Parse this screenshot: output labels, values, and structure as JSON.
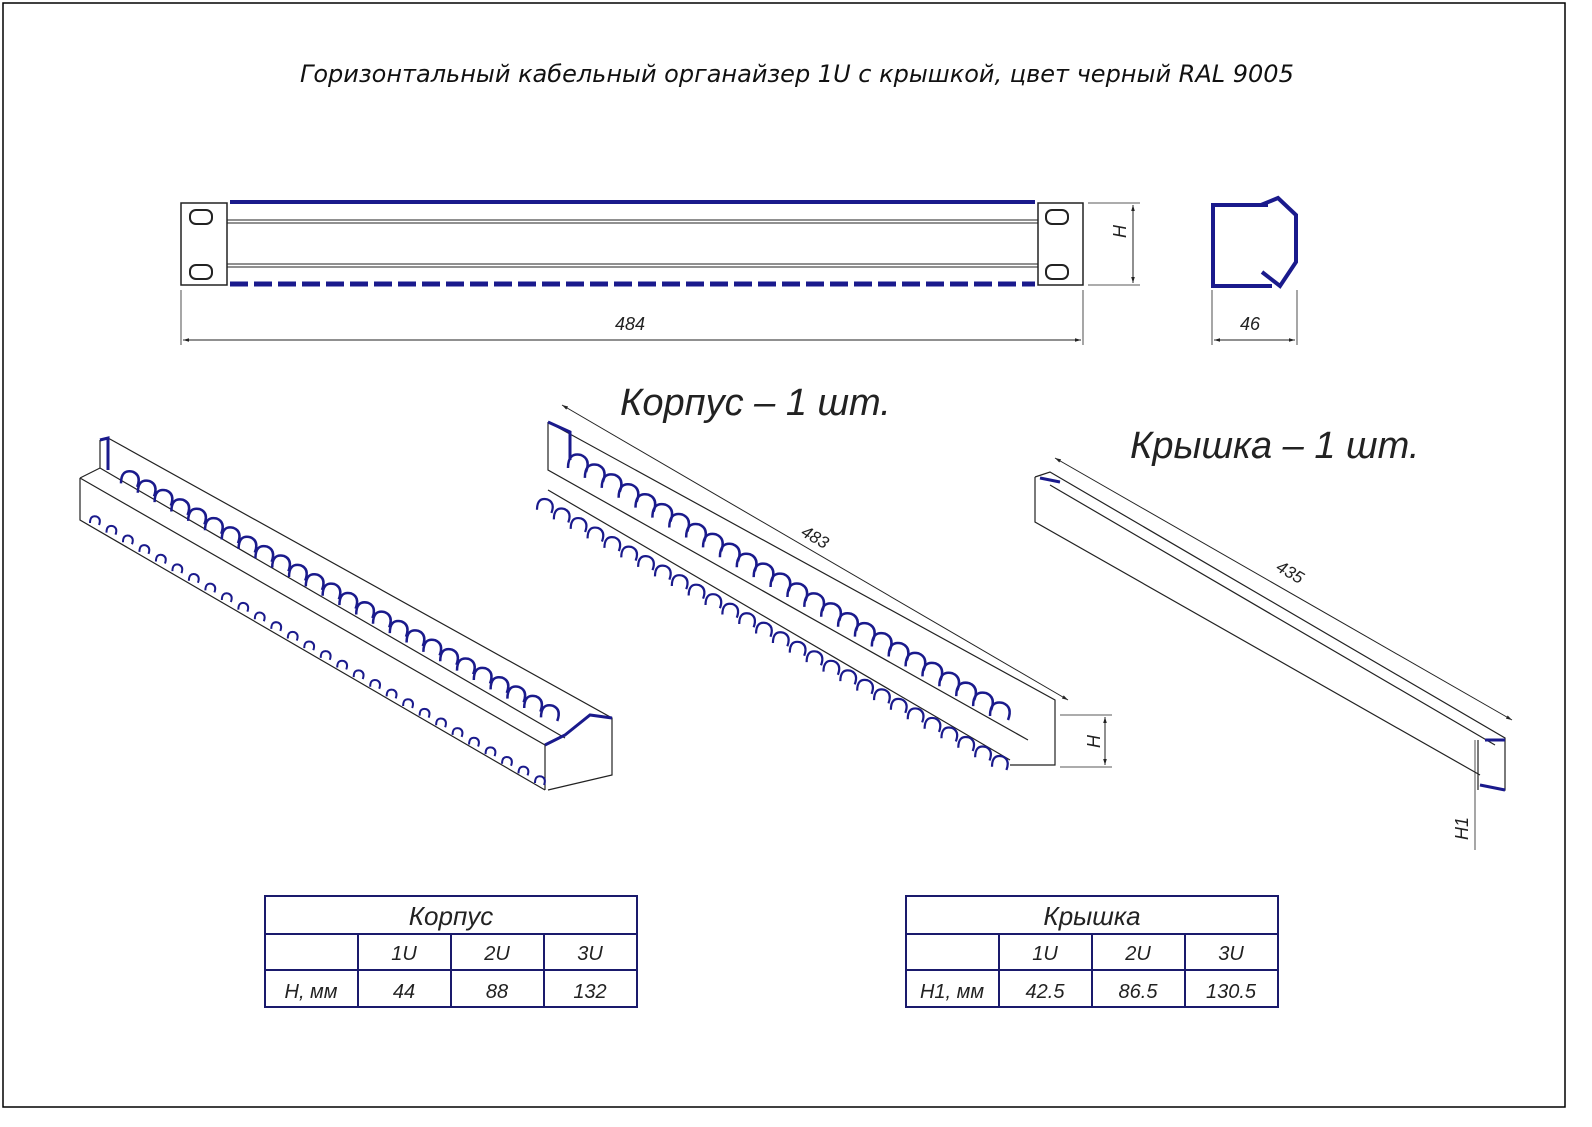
{
  "title": "Горизонтальный кабельный органайзер 1U с крышкой, цвет черный RAL 9005",
  "front_view": {
    "width_dim": "484",
    "height_dim": "H"
  },
  "side_view": {
    "depth_dim": "46"
  },
  "body_view": {
    "label": "Корпус – 1 шт.",
    "length_dim": "483",
    "height_dim": "H"
  },
  "cover_view": {
    "label": "Крышка – 1 шт.",
    "length_dim": "435",
    "height_dim": "H1"
  },
  "body_table": {
    "title": "Корпус",
    "headers": [
      "",
      "1U",
      "2U",
      "3U"
    ],
    "row": [
      "H, мм",
      "44",
      "88",
      "132"
    ]
  },
  "cover_table": {
    "title": "Крышка",
    "headers": [
      "",
      "1U",
      "2U",
      "3U"
    ],
    "row": [
      "H1, мм",
      "42.5",
      "86.5",
      "130.5"
    ]
  },
  "colors": {
    "line": "#1a1a8c",
    "ink": "#222222"
  }
}
